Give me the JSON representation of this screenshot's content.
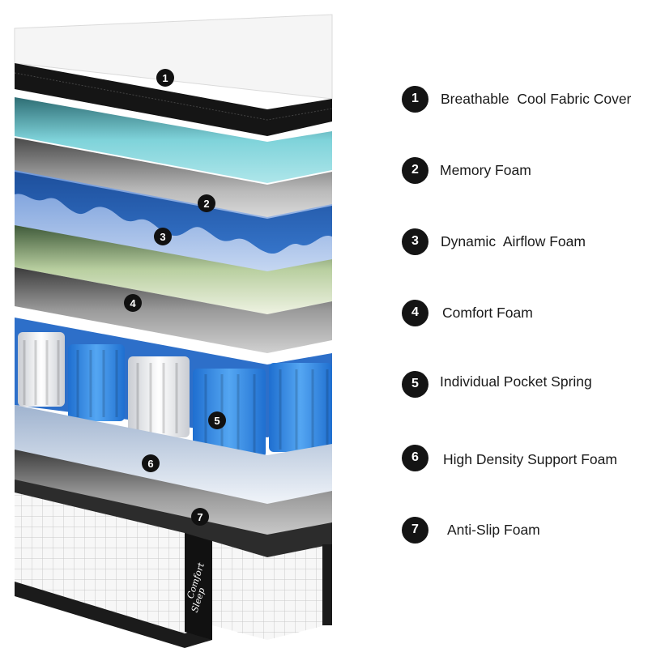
{
  "brand_tag": {
    "line1": "Comfort",
    "line2": "Sleep"
  },
  "layers": [
    {
      "number": "1",
      "label": "Breathable  Cool Fabric Cover",
      "color": "#f2f2f2"
    },
    {
      "number": "2",
      "label": "Memory Foam",
      "color": "#7fd3da"
    },
    {
      "number": "3",
      "label": "Dynamic  Airflow Foam",
      "color": "#2f6fc2"
    },
    {
      "number": "4",
      "label": "Comfort Foam",
      "color": "#dfe9cf"
    },
    {
      "number": "5",
      "label": "Individual Pocket Spring",
      "color": "#2a87e0"
    },
    {
      "number": "6",
      "label": "High Density Support Foam",
      "color": "#e9eef6"
    },
    {
      "number": "7",
      "label": "Anti-Slip Foam",
      "color": "#3a3a3a"
    }
  ]
}
